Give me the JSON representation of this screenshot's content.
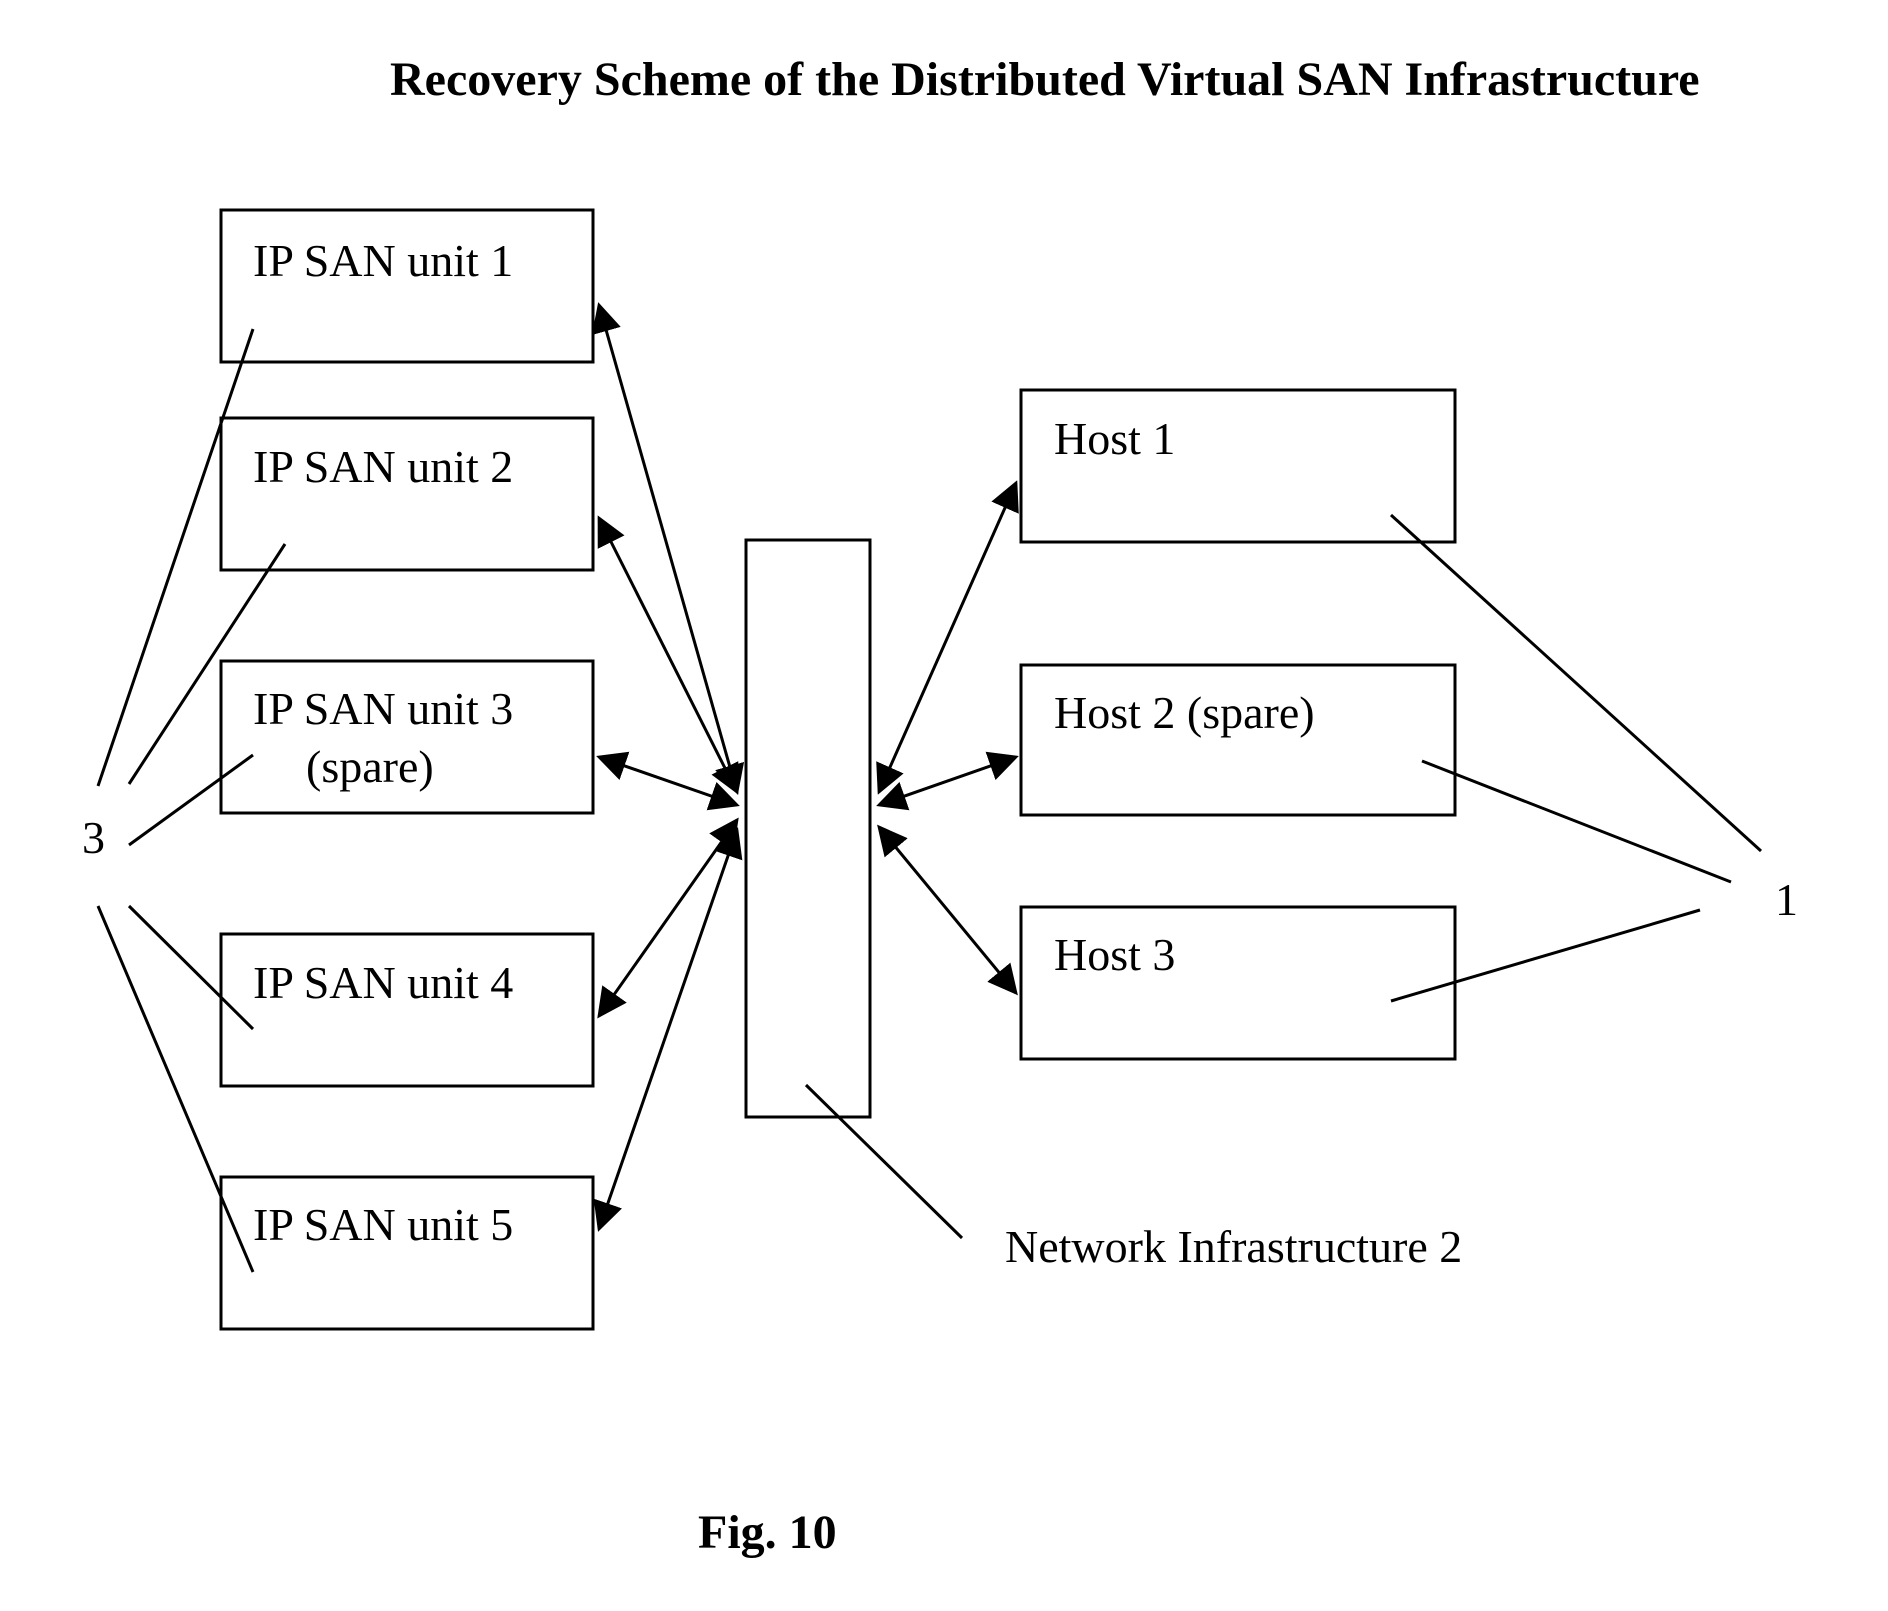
{
  "title": "Recovery Scheme of the Distributed Virtual SAN Infrastructure",
  "caption": "Fig. 10",
  "storage_units": [
    {
      "line1": "IP SAN unit 1",
      "line2": ""
    },
    {
      "line1": "IP SAN unit 2",
      "line2": ""
    },
    {
      "line1": "IP SAN unit 3",
      "line2": "(spare)"
    },
    {
      "line1": "IP SAN unit 4",
      "line2": ""
    },
    {
      "line1": "IP SAN unit 5",
      "line2": ""
    }
  ],
  "hosts": [
    {
      "label": "Host 1"
    },
    {
      "label": "Host 2 (spare)"
    },
    {
      "label": "Host 3"
    }
  ],
  "network": {
    "label": "Network Infrastructure 2"
  },
  "refs": {
    "storage": "3",
    "hosts": "1"
  }
}
